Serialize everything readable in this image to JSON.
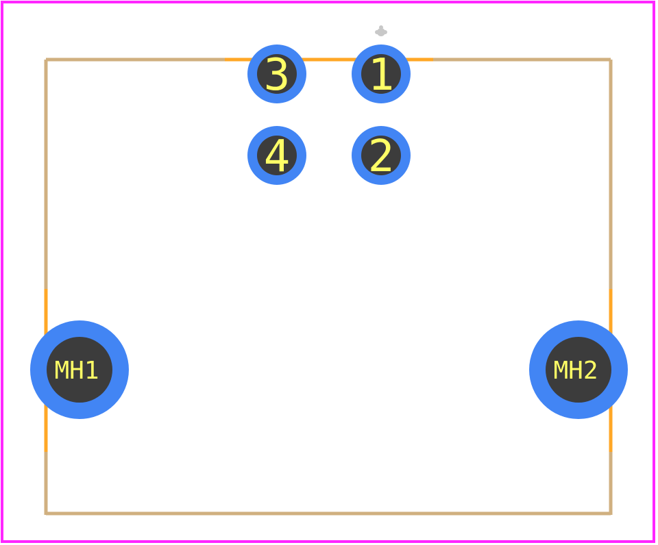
{
  "colors": {
    "background": "#ffffff",
    "courtyard": "#ff26ff",
    "silkscreen": "#d0b080",
    "fab_outline": "#ffa726",
    "pad_ring": "#4285f4",
    "pad_hole": "#3c3c3c",
    "pad_text": "#ffff66",
    "pin1_marker": "#c8c8c8"
  },
  "pads": [
    {
      "id": "pad-3",
      "label": "3"
    },
    {
      "id": "pad-1",
      "label": "1"
    },
    {
      "id": "pad-4",
      "label": "4"
    },
    {
      "id": "pad-2",
      "label": "2"
    }
  ],
  "mounting_holes": [
    {
      "id": "mh1",
      "label": "MH1"
    },
    {
      "id": "mh2",
      "label": "MH2"
    }
  ]
}
